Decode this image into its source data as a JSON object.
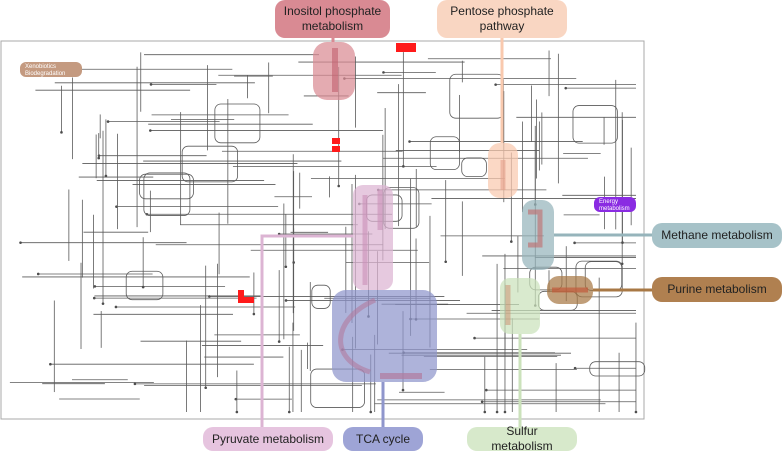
{
  "colors": {
    "frame": "#a9a9a9",
    "pathway_line": "#5a5a5a",
    "node": "#4d4d4d",
    "highlight_red": "#ff1a1a",
    "inositol": "#d98a93",
    "pentose": "#f9c9ae",
    "methane": "#96b4bb",
    "purine": "#a87845",
    "pyruvate": "#dcb4d3",
    "tca": "#8f96cc",
    "sulfur": "#cbe2bb",
    "xenobiotics": "#c49a80",
    "energy": "#8a2be2"
  },
  "callouts": {
    "inositol": "Inositol phosphate metabolism",
    "pentose": "Pentose phosphate pathway",
    "methane": "Methane metabolism",
    "purine": "Purine metabolism",
    "pyruvate": "Pyruvate metabolism",
    "tca": "TCA cycle",
    "sulfur": "Sulfur metabolism"
  },
  "inline_tags": {
    "xenobiotics": "Xenobiotics Biodegradation and Metabolism",
    "energy": "Energy metabolism"
  }
}
